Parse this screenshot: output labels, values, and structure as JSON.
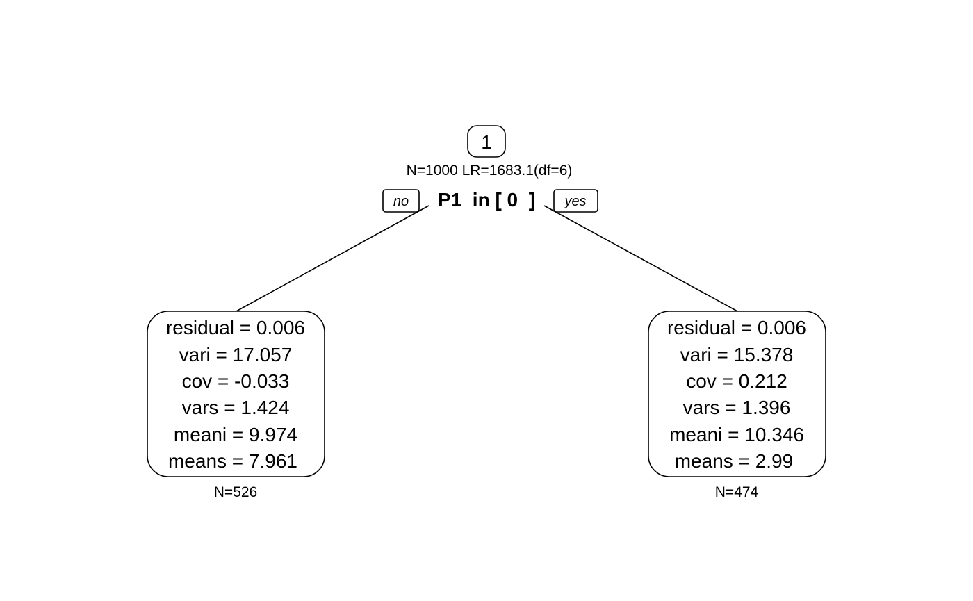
{
  "root": {
    "id_label": "1",
    "stats": "N=1000 LR=1683.1(df=6)",
    "split": "P1  in [ 0  ]",
    "no_label": "no",
    "yes_label": "yes"
  },
  "leaves": [
    {
      "lines": [
        "residual = 0.006",
        "vari = 17.057",
        "cov = -0.033",
        "vars = 1.424",
        "meani = 9.974",
        "means = 7.961"
      ],
      "count": "N=526"
    },
    {
      "lines": [
        "residual = 0.006",
        "vari = 15.378",
        "cov = 0.212",
        "vars = 1.396",
        "meani = 10.346",
        "means = 2.99"
      ],
      "count": "N=474"
    }
  ]
}
